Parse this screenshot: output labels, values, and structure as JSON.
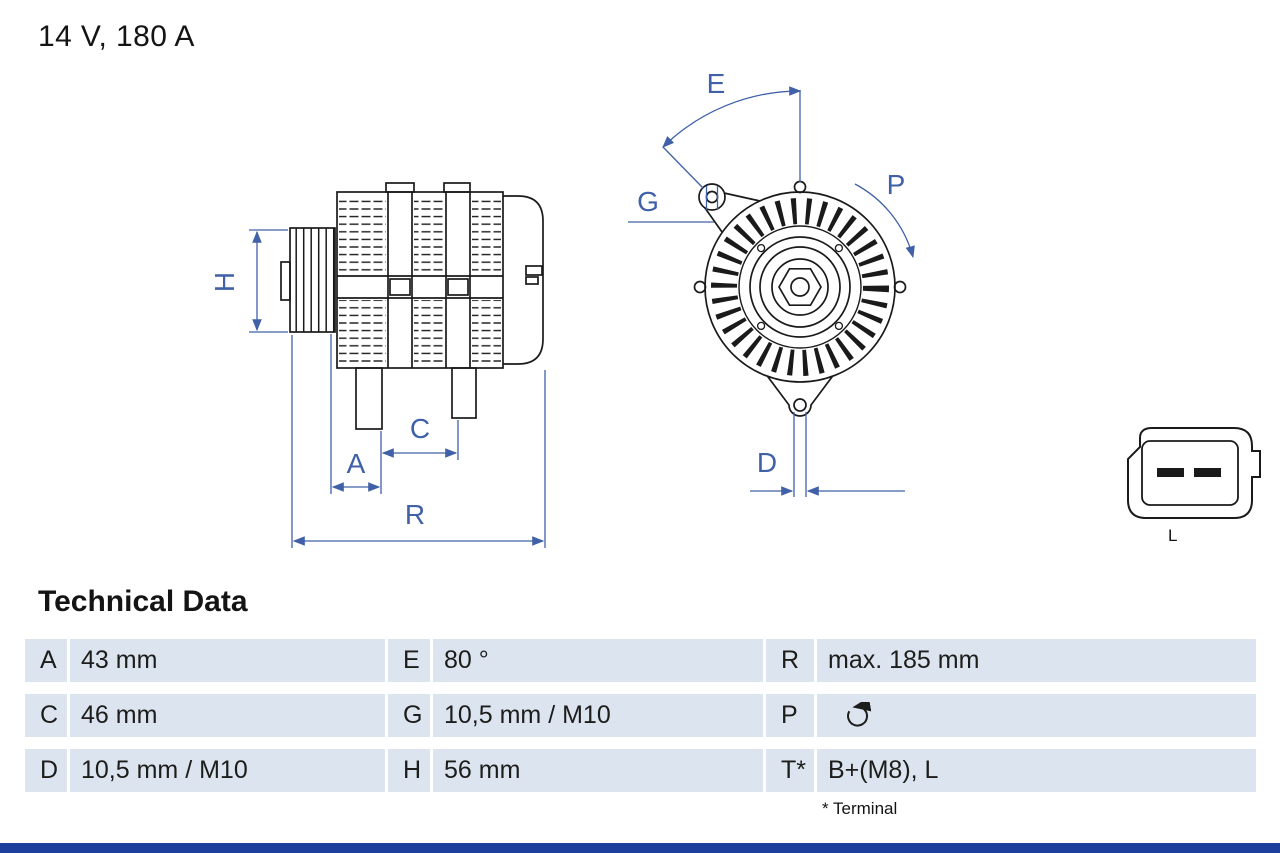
{
  "header": {
    "rating": "14 V, 180 A"
  },
  "drawing": {
    "dim_labels": {
      "H": "H",
      "A": "A",
      "C": "C",
      "R": "R",
      "E": "E",
      "G": "G",
      "P": "P",
      "D": "D"
    },
    "connector": {
      "label": "L"
    }
  },
  "technical_data": {
    "title": "Technical Data",
    "rows": [
      {
        "cells": [
          {
            "key": "A",
            "value": "43 mm"
          },
          {
            "key": "E",
            "value": "80 °"
          },
          {
            "key": "R",
            "value": "max. 185 mm"
          }
        ]
      },
      {
        "cells": [
          {
            "key": "C",
            "value": "46 mm"
          },
          {
            "key": "G",
            "value": "10,5 mm / M10"
          },
          {
            "key": "P",
            "value": "",
            "icon": "rotation-direction"
          }
        ]
      },
      {
        "cells": [
          {
            "key": "D",
            "value": "10,5 mm / M10"
          },
          {
            "key": "H",
            "value": "56 mm"
          },
          {
            "key": "T*",
            "value": "B+(M8), L"
          }
        ]
      }
    ],
    "footnote": "* Terminal"
  },
  "colors": {
    "dimension_blue": "#4061a8",
    "drawing_black": "#1a1a1a",
    "table_cell_bg": "#dce4f0",
    "bottom_bar_blue": "#1c3f9e"
  }
}
